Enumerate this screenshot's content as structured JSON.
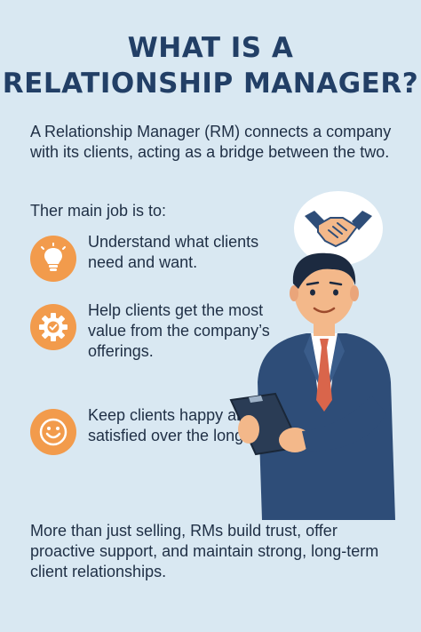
{
  "title": {
    "line1": "WHAT IS A",
    "line2": "RELATIONSHIP MANAGER?"
  },
  "intro": "A Relationship Manager (RM) connects a company with its clients, acting as a bridge between the two.",
  "lead": "Ther main job is to:",
  "items": [
    {
      "icon": "lightbulb-icon",
      "text": "Understand what clients need and want."
    },
    {
      "icon": "gear-icon",
      "text": "Help clients get the most value from the company’s offerings."
    },
    {
      "icon": "smiley-icon",
      "text": "Keep clients happy and satisfied over the long term"
    }
  ],
  "outro": "More than just selling, RMs build trust, offer proactive support, and maintain strong, long-term client relationships.",
  "colors": {
    "background": "#d9e8f2",
    "title": "#223f66",
    "accent": "#f29b4c",
    "suit": "#2e4d78",
    "tie": "#d9654b"
  }
}
